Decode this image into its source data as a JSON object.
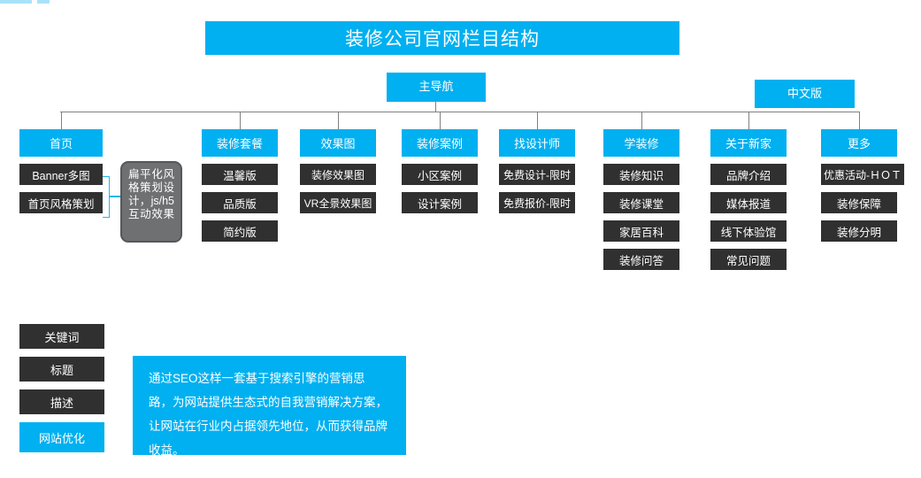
{
  "header": {
    "title": "装修公司官网栏目结构"
  },
  "nav": {
    "main_label": "主导航",
    "language_label": "中文版"
  },
  "note": {
    "text": "扁平化风格策划设计，js/h5互动效果"
  },
  "columns": [
    {
      "id": "home",
      "head": "首页",
      "items": [
        "Banner多图",
        "首页风格策划"
      ]
    },
    {
      "id": "packages",
      "head": "装修套餐",
      "items": [
        "温馨版",
        "品质版",
        "简约版"
      ]
    },
    {
      "id": "renderings",
      "head": "效果图",
      "items": [
        "装修效果图",
        "VR全景效果图"
      ]
    },
    {
      "id": "cases",
      "head": "装修案例",
      "items": [
        "小区案例",
        "设计案例"
      ]
    },
    {
      "id": "designer",
      "head": "找设计师",
      "items": [
        "免费设计-限时",
        "免费报价-限时"
      ]
    },
    {
      "id": "learn",
      "head": "学装修",
      "items": [
        "装修知识",
        "装修课堂",
        "家居百科",
        "装修问答"
      ]
    },
    {
      "id": "about",
      "head": "关于新家",
      "items": [
        "品牌介绍",
        "媒体报道",
        "线下体验馆",
        "常见问题"
      ]
    },
    {
      "id": "more",
      "head": "更多",
      "items": [
        "优惠活动-ＨＯＴ",
        "装修保障",
        "装修分明"
      ]
    }
  ],
  "seo": {
    "items": [
      "关键词",
      "标题",
      "描述"
    ],
    "highlight": "网站优化",
    "description": "通过SEO这样一套基于搜索引擎的营销思路，为网站提供生态式的自我营销解决方案，让网站在行业内占据领先地位，从而获得品牌收益。"
  },
  "colors": {
    "accent": "#00b0f0",
    "dark": "#303030",
    "note": "#6e7071",
    "line": "#808080",
    "bracket": "#25b4ec",
    "deco": "#a8e2fa"
  }
}
